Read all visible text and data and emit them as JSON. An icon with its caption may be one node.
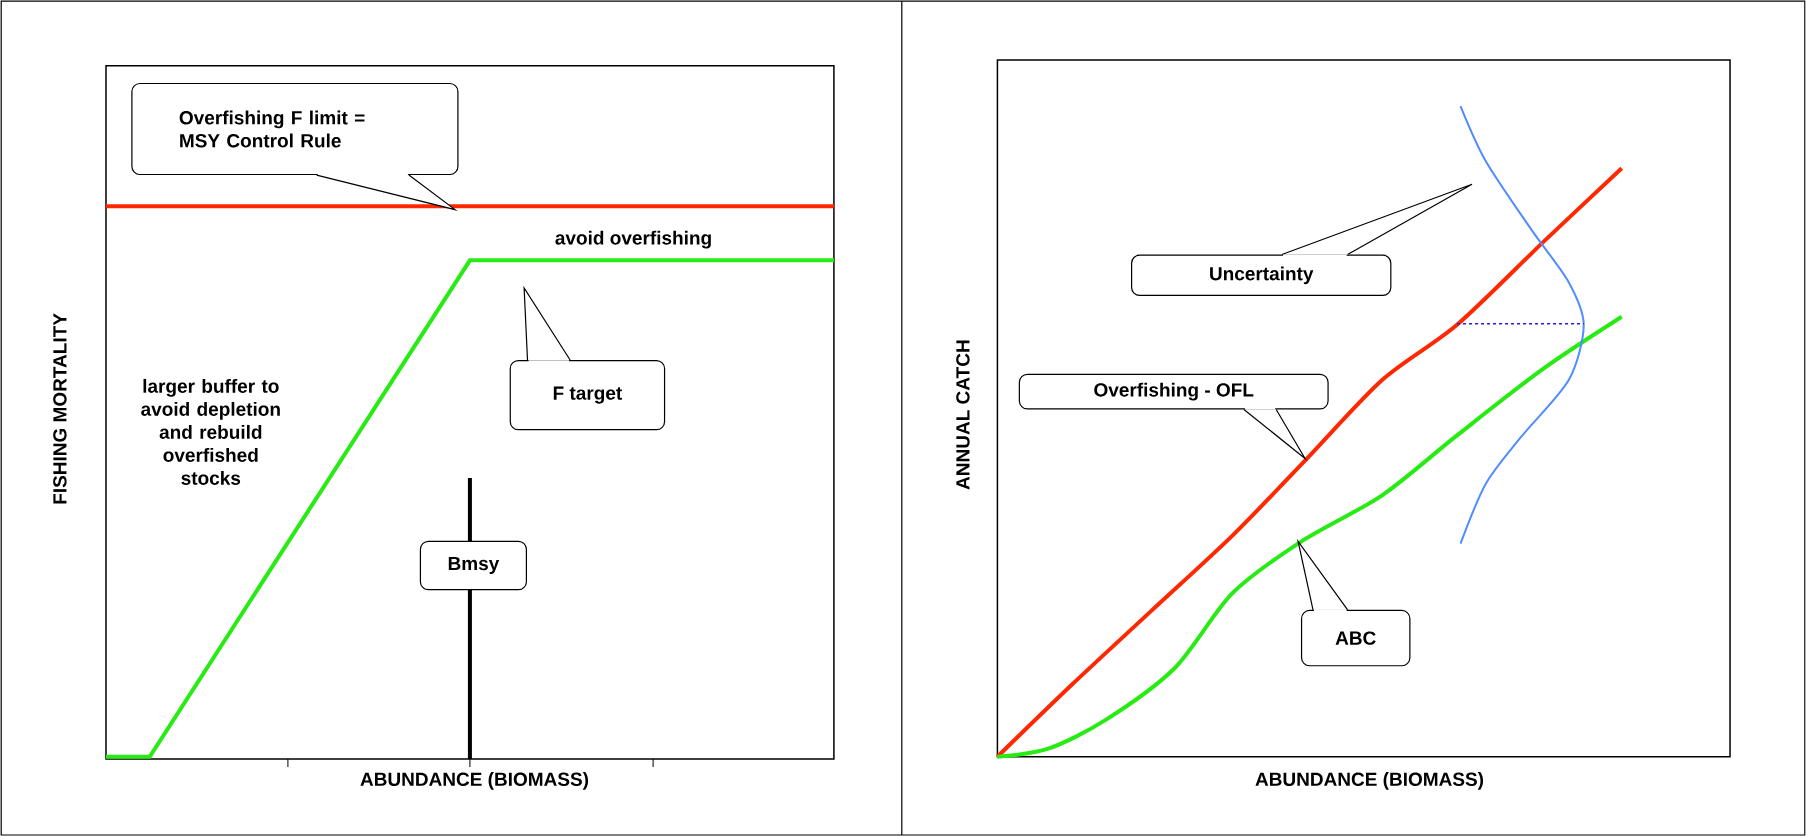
{
  "diagram": {
    "nodes": [
      {
        "text": [
          "Overfishing F limit = MSY Control Rule"
        ]
      },
      {
        "text": [
          "F target"
        ]
      },
      {
        "text": [
          "Bmsy"
        ]
      },
      {
        "text": [
          "Uncertainty"
        ]
      },
      {
        "text": [
          "Overfishing - OFL"
        ]
      },
      {
        "text": [
          "ABC"
        ]
      }
    ],
    "labels": [
      "avoid overfishing",
      "larger buffer to avoid depletion and rebuild overfished stocks",
      "FISHING MORTALITY",
      "ABUNDANCE (BIOMASS)",
      "ANNUAL CATCH",
      "ABUNDANCE (BIOMASS)"
    ]
  }
}
